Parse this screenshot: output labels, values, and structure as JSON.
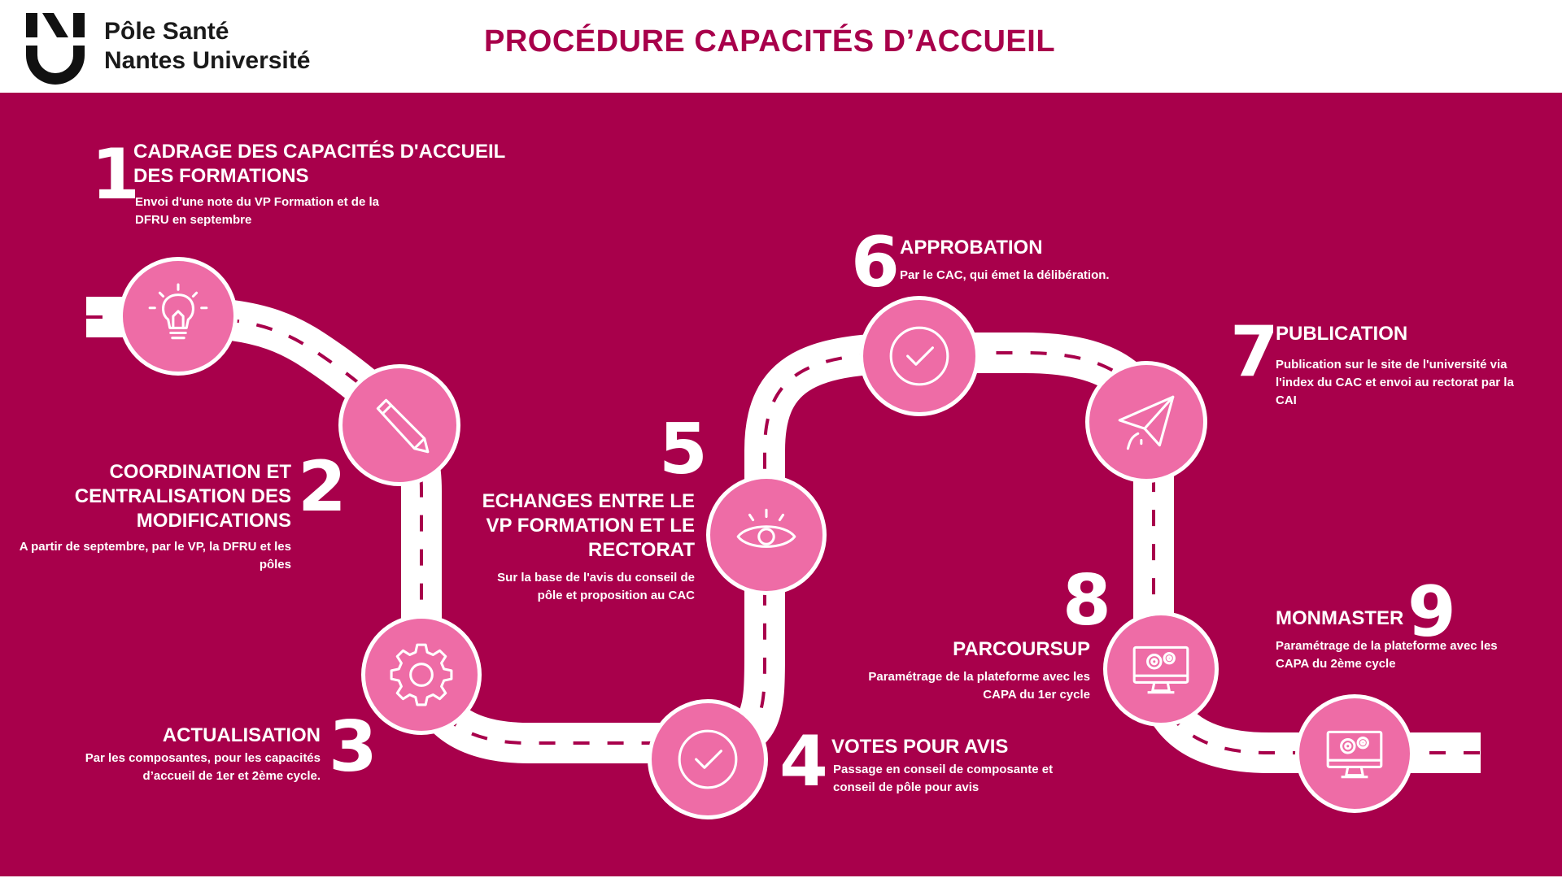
{
  "header": {
    "logo_line1": "Pôle Santé",
    "logo_line2": "Nantes Université",
    "title": "PROCÉDURE CAPACITÉS D’ACCUEIL"
  },
  "colors": {
    "brand": "#a8004b",
    "circle": "#ee6ca6",
    "road": "#ffffff"
  },
  "steps": [
    {
      "number": "1",
      "title": "CADRAGE DES CAPACITÉS D'ACCUEIL DES FORMATIONS",
      "description": "Envoi d'une note du VP Formation et de la DFRU en septembre",
      "icon": "lightbulb-icon"
    },
    {
      "number": "2",
      "title": "COORDINATION ET CENTRALISATION DES MODIFICATIONS",
      "description": "A partir de septembre, par le VP, la DFRU et les pôles",
      "icon": "pencil-icon"
    },
    {
      "number": "3",
      "title": "ACTUALISATION",
      "description": "Par les composantes, pour les capacités d’accueil de 1er et 2ème cycle.",
      "icon": "gear-icon"
    },
    {
      "number": "4",
      "title": "VOTES POUR AVIS",
      "description": "Passage en conseil de composante et conseil de pôle pour avis",
      "icon": "check-circle-icon"
    },
    {
      "number": "5",
      "title": "ECHANGES ENTRE LE VP FORMATION ET LE RECTORAT",
      "description": "Sur la base de l'avis du conseil de pôle et proposition au CAC",
      "icon": "eye-icon"
    },
    {
      "number": "6",
      "title": "APPROBATION",
      "description": "Par le CAC, qui émet la délibération.",
      "icon": "check-circle-icon"
    },
    {
      "number": "7",
      "title": "PUBLICATION",
      "description": "Publication sur le site de l'université via l'index du CAC et envoi au rectorat par la CAI",
      "icon": "paper-plane-icon"
    },
    {
      "number": "8",
      "title": "PARCOURSUP",
      "description": "Paramétrage de la plateforme avec les CAPA du 1er cycle",
      "icon": "monitor-gears-icon"
    },
    {
      "number": "9",
      "title": "MONMASTER",
      "description": "Paramétrage de la plateforme avec les CAPA du 2ème cycle",
      "icon": "monitor-gears-icon"
    }
  ]
}
